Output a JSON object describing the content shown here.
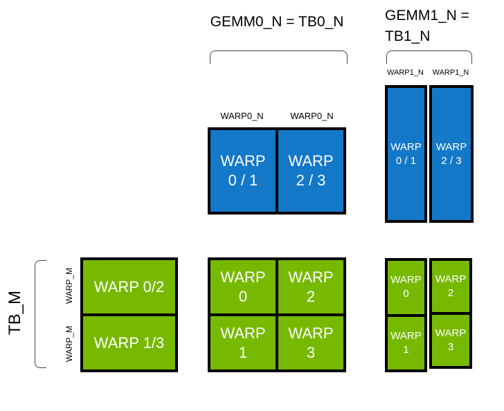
{
  "colors": {
    "blue": "#1478C8",
    "green": "#76B900",
    "bracket": "#404040",
    "border": "#000000",
    "cell_text": "#FFFFFF"
  },
  "labels": {
    "gemm0": "GEMM0_N = TB0_N",
    "gemm1_line1": "GEMM1_N =",
    "gemm1_line2": "TB1_N",
    "tb_m": "TB_M"
  },
  "gemm0_tile": {
    "col_labels": [
      "WARP0_N",
      "WARP0_N"
    ],
    "cells": [
      {
        "line1": "WARP",
        "line2": "0 / 1"
      },
      {
        "line1": "WARP",
        "line2": "2 / 3"
      }
    ]
  },
  "gemm1_tile": {
    "col_labels": [
      "WARP1_N",
      "WARP1_N"
    ],
    "cells": [
      {
        "line1": "WARP",
        "line2": "0 / 1"
      },
      {
        "line1": "WARP",
        "line2": "2 / 3"
      }
    ]
  },
  "left_tile": {
    "row_labels": [
      "WARP_M",
      "WARP_M"
    ],
    "cells": [
      "WARP 0/2",
      "WARP 1/3"
    ]
  },
  "mid_tile": {
    "cells": [
      {
        "line1": "WARP",
        "line2": "0"
      },
      {
        "line1": "WARP",
        "line2": "2"
      },
      {
        "line1": "WARP",
        "line2": "1"
      },
      {
        "line1": "WARP",
        "line2": "3"
      }
    ]
  },
  "right_tile": {
    "cells": [
      {
        "line1": "WARP",
        "line2": "0"
      },
      {
        "line1": "WARP",
        "line2": "2"
      },
      {
        "line1": "WARP",
        "line2": "1"
      },
      {
        "line1": "WARP",
        "line2": "3"
      }
    ]
  }
}
